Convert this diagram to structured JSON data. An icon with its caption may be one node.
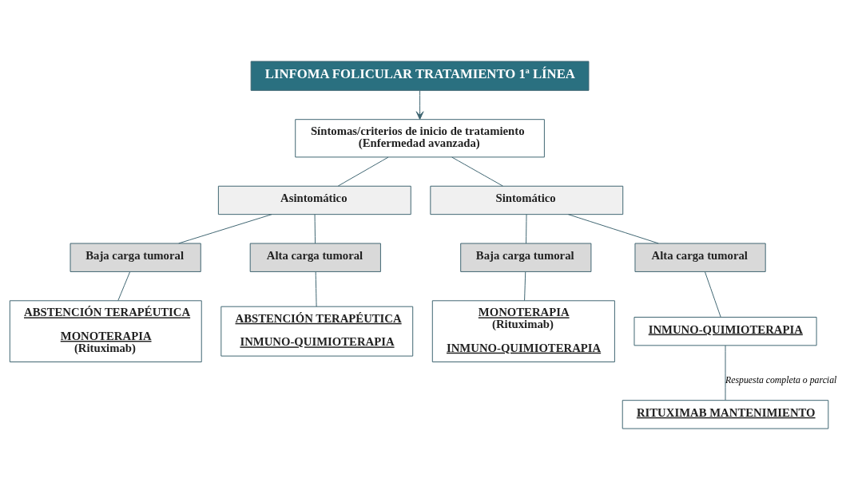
{
  "diagram": {
    "nodes": [
      {
        "text": [
          "LINFOMA FOLICULAR TRATAMIENTO 1ª LÍNEA"
        ]
      },
      {
        "text": [
          "Síntomas/criterios de inicio de tratamiento",
          "(Enfermedad avanzada)"
        ]
      },
      {
        "text": [
          "Asintomático"
        ]
      },
      {
        "text": [
          "Sintomático"
        ]
      },
      {
        "text": [
          "Baja carga tumoral"
        ]
      },
      {
        "text": [
          "Alta carga tumoral"
        ]
      },
      {
        "text": [
          "Baja carga tumoral"
        ]
      },
      {
        "text": [
          "Alta carga tumoral"
        ]
      },
      {
        "text": [
          "ABSTENCIÓN TERAPÉUTICA",
          "MONOTERAPIA",
          "(Rituximab)"
        ]
      },
      {
        "text": [
          "ABSTENCIÓN TERAPÉUTICA",
          "INMUNO-QUIMIOTERAPIA"
        ]
      },
      {
        "text": [
          "MONOTERAPIA",
          "(Rituximab)",
          "INMUNO-QUIMIOTERAPIA"
        ]
      },
      {
        "text": [
          "INMUNO-QUIMIOTERAPIA"
        ]
      },
      {
        "text": [
          "RITUXIMAB MANTENIMIENTO"
        ]
      }
    ],
    "edges": [
      {
        "from": 0,
        "to": 1,
        "arrow": "to"
      },
      {
        "from": 1,
        "to": 2,
        "arrow": "none"
      },
      {
        "from": 1,
        "to": 3,
        "arrow": "none"
      },
      {
        "from": 2,
        "to": 4,
        "arrow": "none"
      },
      {
        "from": 2,
        "to": 5,
        "arrow": "none"
      },
      {
        "from": 3,
        "to": 6,
        "arrow": "none"
      },
      {
        "from": 3,
        "to": 7,
        "arrow": "none"
      },
      {
        "from": 4,
        "to": 8,
        "arrow": "none"
      },
      {
        "from": 5,
        "to": 9,
        "arrow": "none"
      },
      {
        "from": 6,
        "to": 10,
        "arrow": "none"
      },
      {
        "from": 7,
        "to": 11,
        "arrow": "none"
      },
      {
        "from": 11,
        "to": 12,
        "arrow": "none",
        "label": "Respuesta completa o parcial"
      }
    ]
  }
}
